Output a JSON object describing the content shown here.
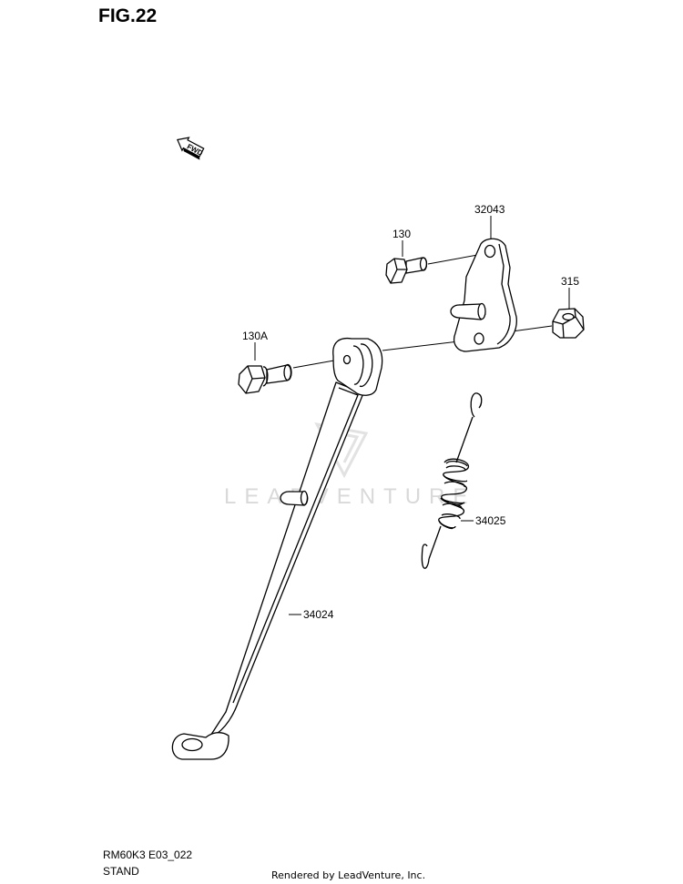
{
  "figure": {
    "title": "FIG.22"
  },
  "fwd_label": "FWD",
  "watermark": "LEADVENTURE",
  "callouts": {
    "p32043": "32043",
    "p130": "130",
    "p315": "315",
    "p130a": "130A",
    "p34025": "34025",
    "p34024": "34024"
  },
  "footer": {
    "model_code": "RM60K3 E03_022",
    "section_name": "STAND",
    "rendered_by": "Rendered by LeadVenture, Inc."
  }
}
